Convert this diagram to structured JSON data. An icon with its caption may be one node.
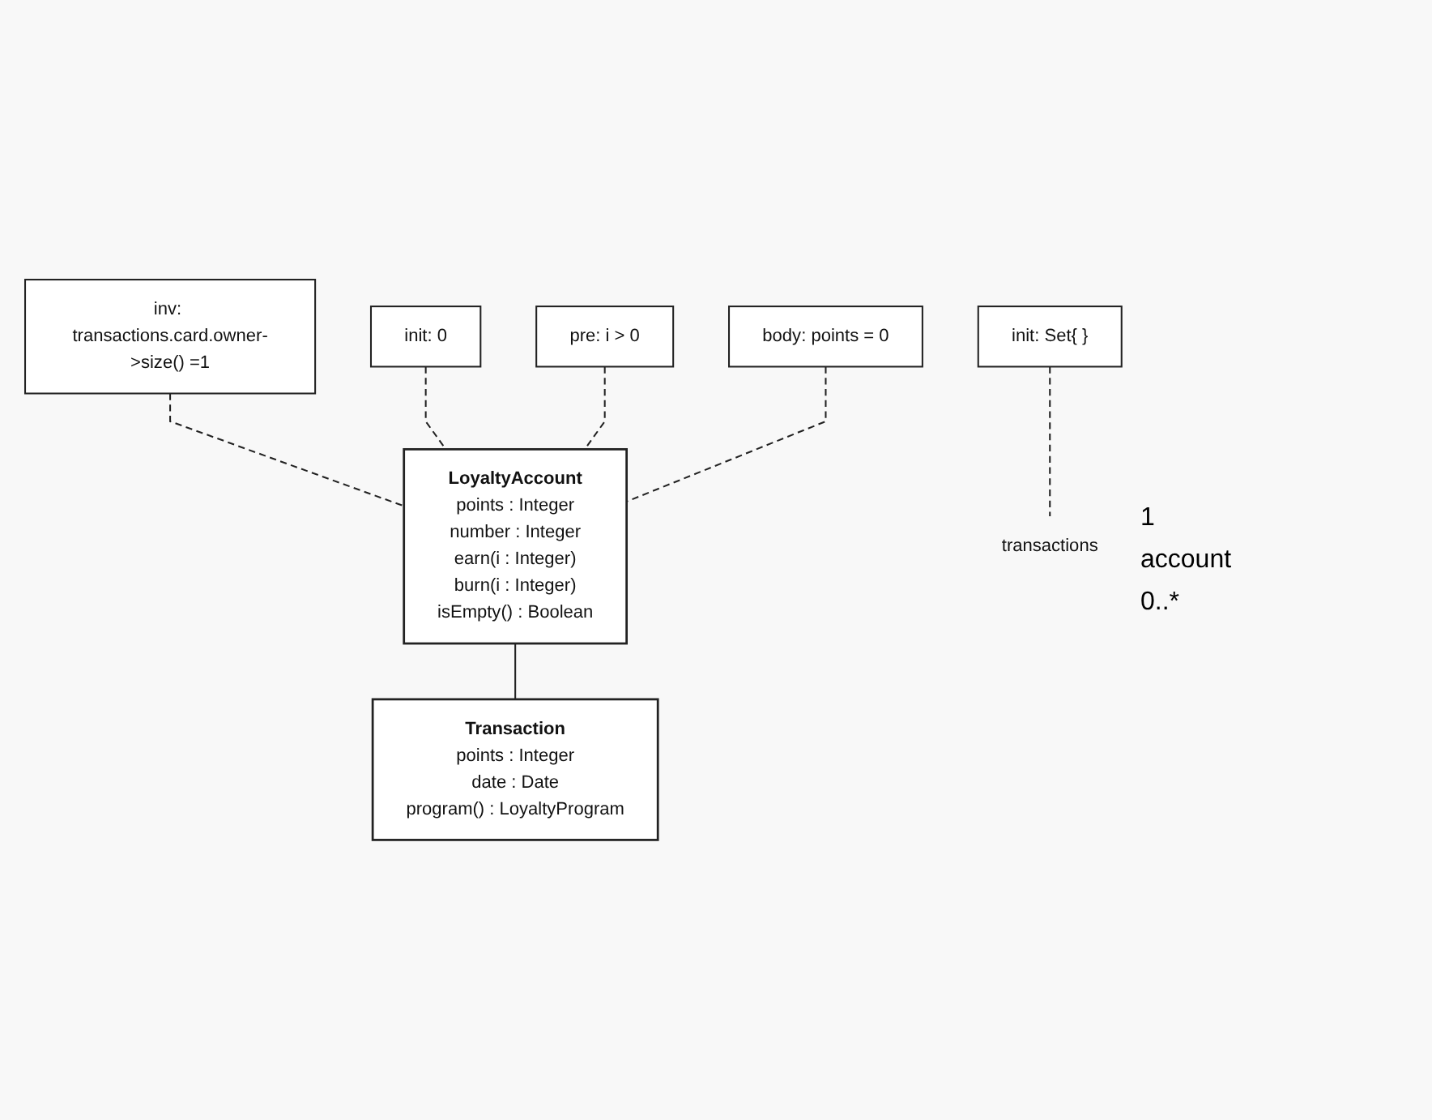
{
  "diagram": {
    "nodes": [
      {
        "text": [
          "inv: transactions.card.owner->size() =1"
        ]
      },
      {
        "text": [
          "LoyaltyAccount",
          "points : Integer",
          "number : Integer",
          "earn(i : Integer)",
          "burn(i : Integer)",
          "isEmpty() : Boolean"
        ]
      },
      {
        "text": [
          "init: 0"
        ]
      },
      {
        "text": [
          "pre: i > 0"
        ]
      },
      {
        "text": [
          "body: points = 0"
        ]
      },
      {
        "text": [
          "transactions"
        ]
      },
      {
        "text": [
          "init: Set{ }"
        ]
      },
      {
        "text": [
          "Transaction",
          "points : Integer",
          "date : Date",
          "program() : LoyaltyProgram"
        ]
      }
    ],
    "edges": [
      {
        "from": 0,
        "to": 1,
        "arrow": "none",
        "style": "dashed"
      },
      {
        "from": 2,
        "to": 1,
        "arrow": "none",
        "style": "dashed"
      },
      {
        "from": 3,
        "to": 1,
        "arrow": "none",
        "style": "dashed"
      },
      {
        "from": 4,
        "to": 1,
        "arrow": "none",
        "style": "dashed"
      },
      {
        "from": 1,
        "to": 7,
        "arrow": "none"
      },
      {
        "from": 6,
        "to": 5,
        "arrow": "none",
        "style": "dashed"
      }
    ],
    "labels": [
      "1",
      "account",
      "0..*"
    ]
  }
}
